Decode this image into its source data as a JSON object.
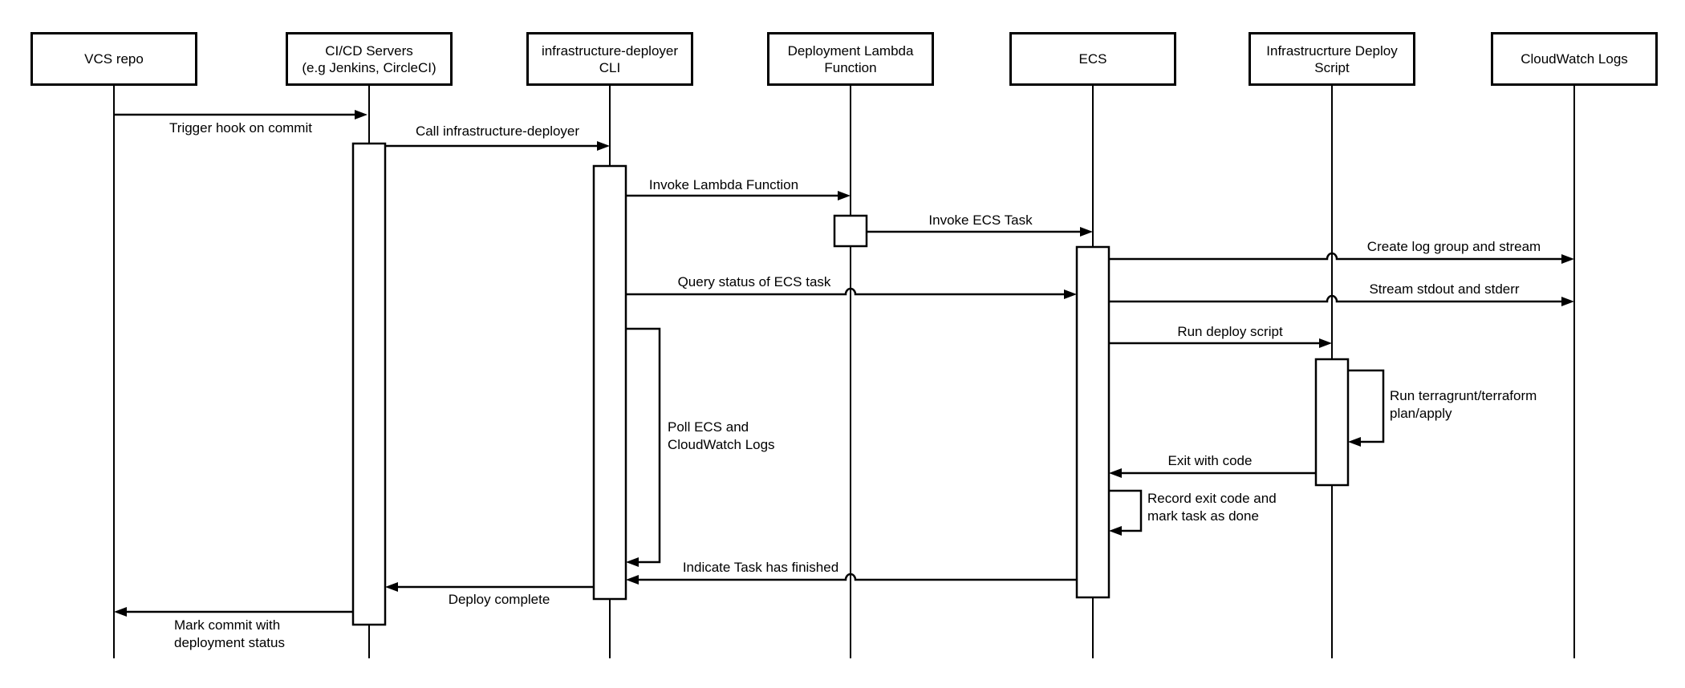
{
  "diagram": {
    "type": "uml-sequence-diagram",
    "background_color": "#ffffff",
    "line_color": "#000000",
    "participants": [
      {
        "label": "VCS repo"
      },
      {
        "label": "CI/CD Servers\n(e.g Jenkins, CircleCI)"
      },
      {
        "label": "infrastructure-deployer\nCLI"
      },
      {
        "label": "Deployment Lambda\nFunction"
      },
      {
        "label": "ECS"
      },
      {
        "label": "Infrastrucrture Deploy\nScript"
      },
      {
        "label": "CloudWatch Logs"
      }
    ],
    "messages": [
      {
        "from": "VCS repo",
        "to": "CI/CD Servers (e.g Jenkins, CircleCI)",
        "label": "Trigger hook on commit"
      },
      {
        "from": "CI/CD Servers (e.g Jenkins, CircleCI)",
        "to": "infrastructure-deployer CLI",
        "label": "Call infrastructure-deployer"
      },
      {
        "from": "infrastructure-deployer CLI",
        "to": "Deployment Lambda Function",
        "label": "Invoke Lambda Function"
      },
      {
        "from": "Deployment Lambda Function",
        "to": "ECS",
        "label": "Invoke ECS Task"
      },
      {
        "from": "ECS",
        "to": "CloudWatch Logs",
        "label": "Create log group and stream"
      },
      {
        "from": "infrastructure-deployer CLI",
        "to": "ECS",
        "label": "Query status of ECS task"
      },
      {
        "from": "ECS",
        "to": "CloudWatch Logs",
        "label": "Stream stdout and stderr"
      },
      {
        "from": "ECS",
        "to": "Infrastrucrture Deploy Script",
        "label": "Run deploy script"
      },
      {
        "from": "Infrastrucrture Deploy Script",
        "to": "Infrastrucrture Deploy Script",
        "label": "Run terragrunt/terraform\nplan/apply"
      },
      {
        "from": "Infrastrucrture Deploy Script",
        "to": "ECS",
        "label": "Exit with code"
      },
      {
        "from": "ECS",
        "to": "ECS",
        "label": "Record exit code and\nmark task as done"
      },
      {
        "from": "infrastructure-deployer CLI",
        "to": "infrastructure-deployer CLI",
        "label": "Poll ECS and\nCloudWatch Logs"
      },
      {
        "from": "ECS",
        "to": "infrastructure-deployer CLI",
        "label": "Indicate Task has finished"
      },
      {
        "from": "infrastructure-deployer CLI",
        "to": "CI/CD Servers (e.g Jenkins, CircleCI)",
        "label": "Deploy complete"
      },
      {
        "from": "CI/CD Servers (e.g Jenkins, CircleCI)",
        "to": "VCS repo",
        "label": "Mark commit with\ndeployment status"
      }
    ]
  }
}
